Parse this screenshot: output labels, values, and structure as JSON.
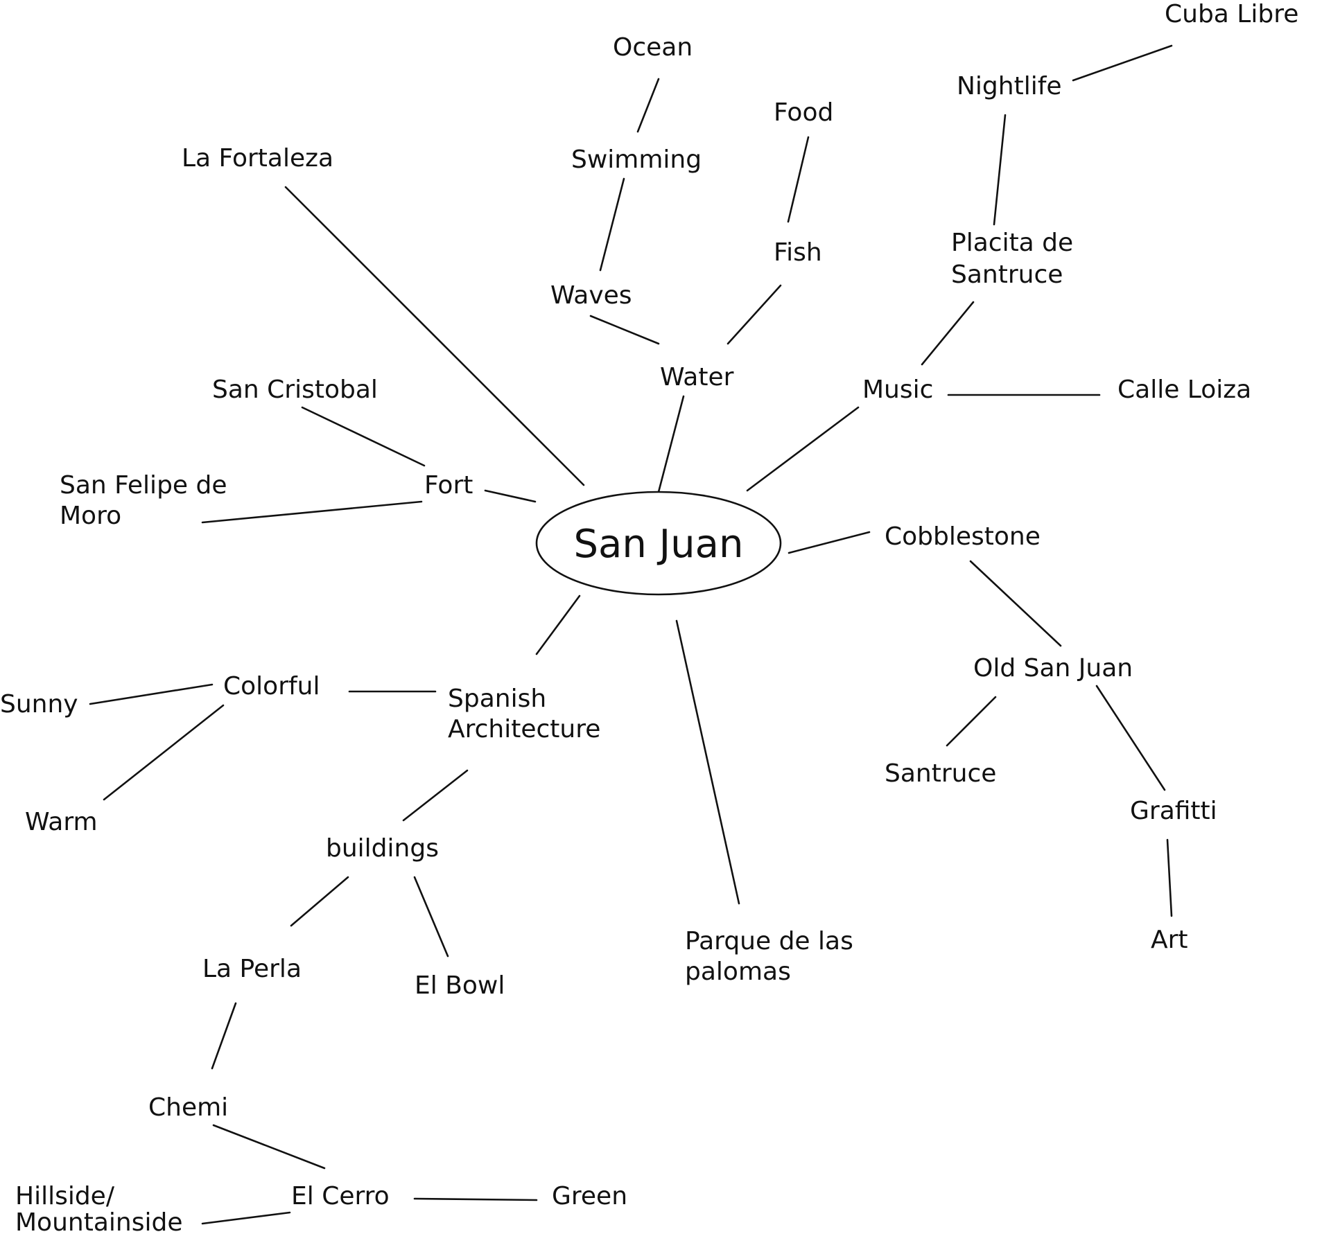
{
  "diagram": {
    "type": "mind-map",
    "center": {
      "label": "San Juan"
    },
    "nodes": {
      "water": "Water",
      "waves": "Waves",
      "swimming": "Swimming",
      "ocean": "Ocean",
      "fish": "Fish",
      "food": "Food",
      "la_fortaleza": "La Fortaleza",
      "fort": "Fort",
      "san_cristobal": "San Cristobal",
      "san_felipe": [
        "San Felipe de",
        "Moro"
      ],
      "music": "Music",
      "placita": [
        "Placita de",
        "Santruce"
      ],
      "nightlife": "Nightlife",
      "cuba_libre": "Cuba Libre",
      "calle_loiza": "Calle Loiza",
      "cobblestone": "Cobblestone",
      "old_san_juan": "Old San Juan",
      "santruce": "Santruce",
      "grafitti": "Grafitti",
      "art": "Art",
      "spanish_architecture": [
        "Spanish",
        "Architecture"
      ],
      "colorful": "Colorful",
      "sunny": "Sunny",
      "warm": "Warm",
      "buildings": "buildings",
      "la_perla": "La Perla",
      "el_bowl": "El Bowl",
      "chemi": "Chemi",
      "el_cerro": "El Cerro",
      "hillside": [
        "Hillside/",
        "Mountainside"
      ],
      "green": "Green",
      "parque": [
        "Parque de las",
        "palomas"
      ]
    },
    "edges": [
      [
        "san_juan",
        "water"
      ],
      [
        "water",
        "waves"
      ],
      [
        "waves",
        "swimming"
      ],
      [
        "swimming",
        "ocean"
      ],
      [
        "water",
        "fish"
      ],
      [
        "fish",
        "food"
      ],
      [
        "san_juan",
        "la_fortaleza"
      ],
      [
        "san_juan",
        "fort"
      ],
      [
        "fort",
        "san_cristobal"
      ],
      [
        "fort",
        "san_felipe"
      ],
      [
        "san_juan",
        "music"
      ],
      [
        "music",
        "placita"
      ],
      [
        "placita",
        "nightlife"
      ],
      [
        "nightlife",
        "cuba_libre"
      ],
      [
        "music",
        "calle_loiza"
      ],
      [
        "san_juan",
        "cobblestone"
      ],
      [
        "cobblestone",
        "old_san_juan"
      ],
      [
        "old_san_juan",
        "santruce"
      ],
      [
        "old_san_juan",
        "grafitti"
      ],
      [
        "grafitti",
        "art"
      ],
      [
        "san_juan",
        "spanish_architecture"
      ],
      [
        "spanish_architecture",
        "colorful"
      ],
      [
        "colorful",
        "sunny"
      ],
      [
        "colorful",
        "warm"
      ],
      [
        "spanish_architecture",
        "buildings"
      ],
      [
        "buildings",
        "la_perla"
      ],
      [
        "buildings",
        "el_bowl"
      ],
      [
        "la_perla",
        "chemi"
      ],
      [
        "chemi",
        "el_cerro"
      ],
      [
        "el_cerro",
        "hillside"
      ],
      [
        "el_cerro",
        "green"
      ],
      [
        "san_juan",
        "parque"
      ]
    ]
  }
}
